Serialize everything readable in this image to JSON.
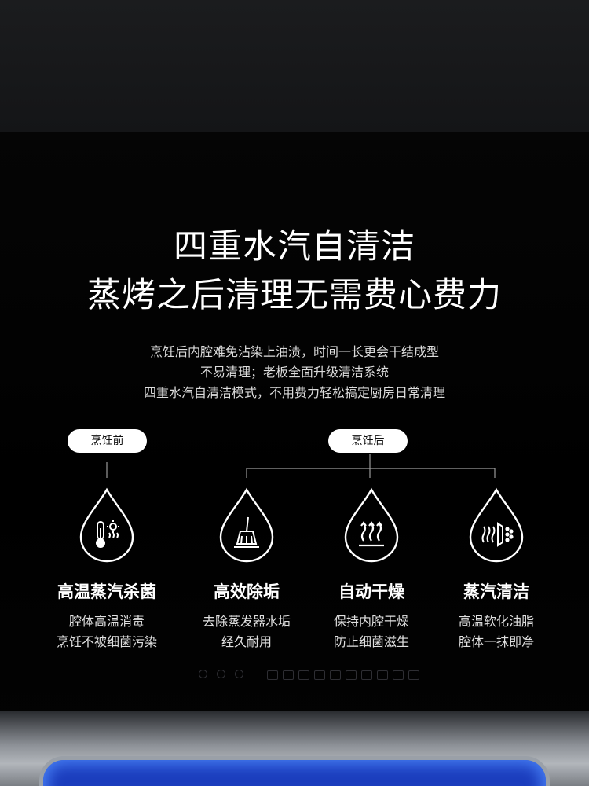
{
  "headline": {
    "line1": "四重水汽自清洁",
    "line2": "蒸烤之后清理无需费心费力"
  },
  "description": {
    "line1": "烹饪后内腔难免沾染上油渍，时间一长更会干结成型",
    "line2": "不易清理；老板全面升级清洁系统",
    "line3": "四重水汽自清洁模式，不用费力轻松搞定厨房日常清理"
  },
  "stages": {
    "before": "烹饪前",
    "after": "烹饪后"
  },
  "features": [
    {
      "title": "高温蒸汽杀菌",
      "line1": "腔体高温消毒",
      "line2": "烹饪不被细菌污染",
      "icon": "thermometer-icon"
    },
    {
      "title": "高效除垢",
      "line1": "去除蒸发器水垢",
      "line2": "经久耐用",
      "icon": "broom-icon"
    },
    {
      "title": "自动干燥",
      "line1": "保持内腔干燥",
      "line2": "防止细菌滋生",
      "icon": "heat-waves-icon"
    },
    {
      "title": "蒸汽清洁",
      "line1": "高温软化油脂",
      "line2": "腔体一抹即净",
      "icon": "steam-clean-icon"
    }
  ],
  "colors": {
    "background": "#000000",
    "text": "#ffffff",
    "pill": "#ffffff",
    "accent_window": "#1b3dbd"
  }
}
